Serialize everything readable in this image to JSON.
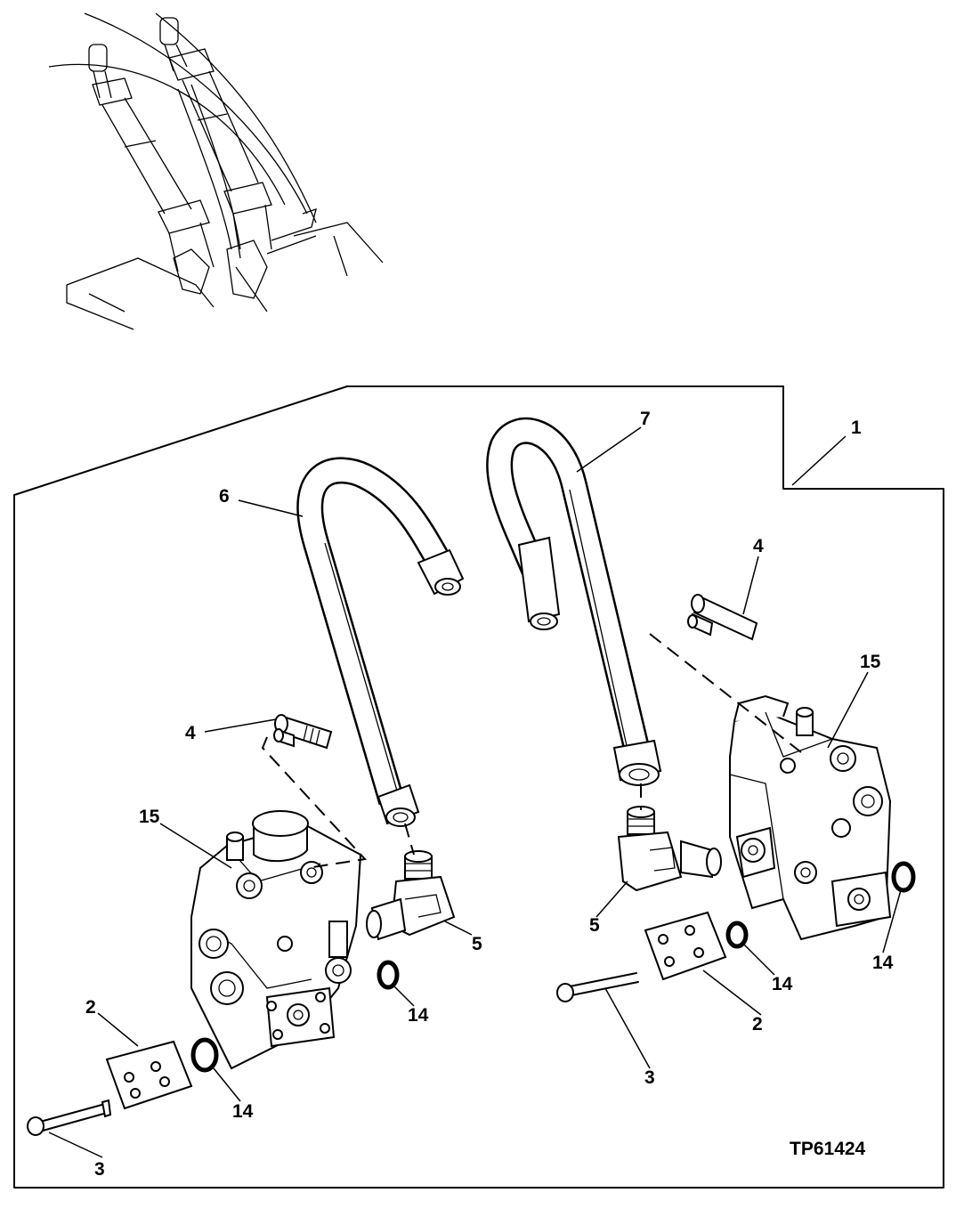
{
  "figure_id": "TP61424",
  "callouts": {
    "c1": "1",
    "c2a": "2",
    "c2b": "2",
    "c3a": "3",
    "c3b": "3",
    "c4a": "4",
    "c4b": "4",
    "c5a": "5",
    "c5b": "5",
    "c6": "6",
    "c7": "7",
    "c14a": "14",
    "c14b": "14",
    "c14c": "14",
    "c14d": "14",
    "c15a": "15",
    "c15b": "15"
  }
}
